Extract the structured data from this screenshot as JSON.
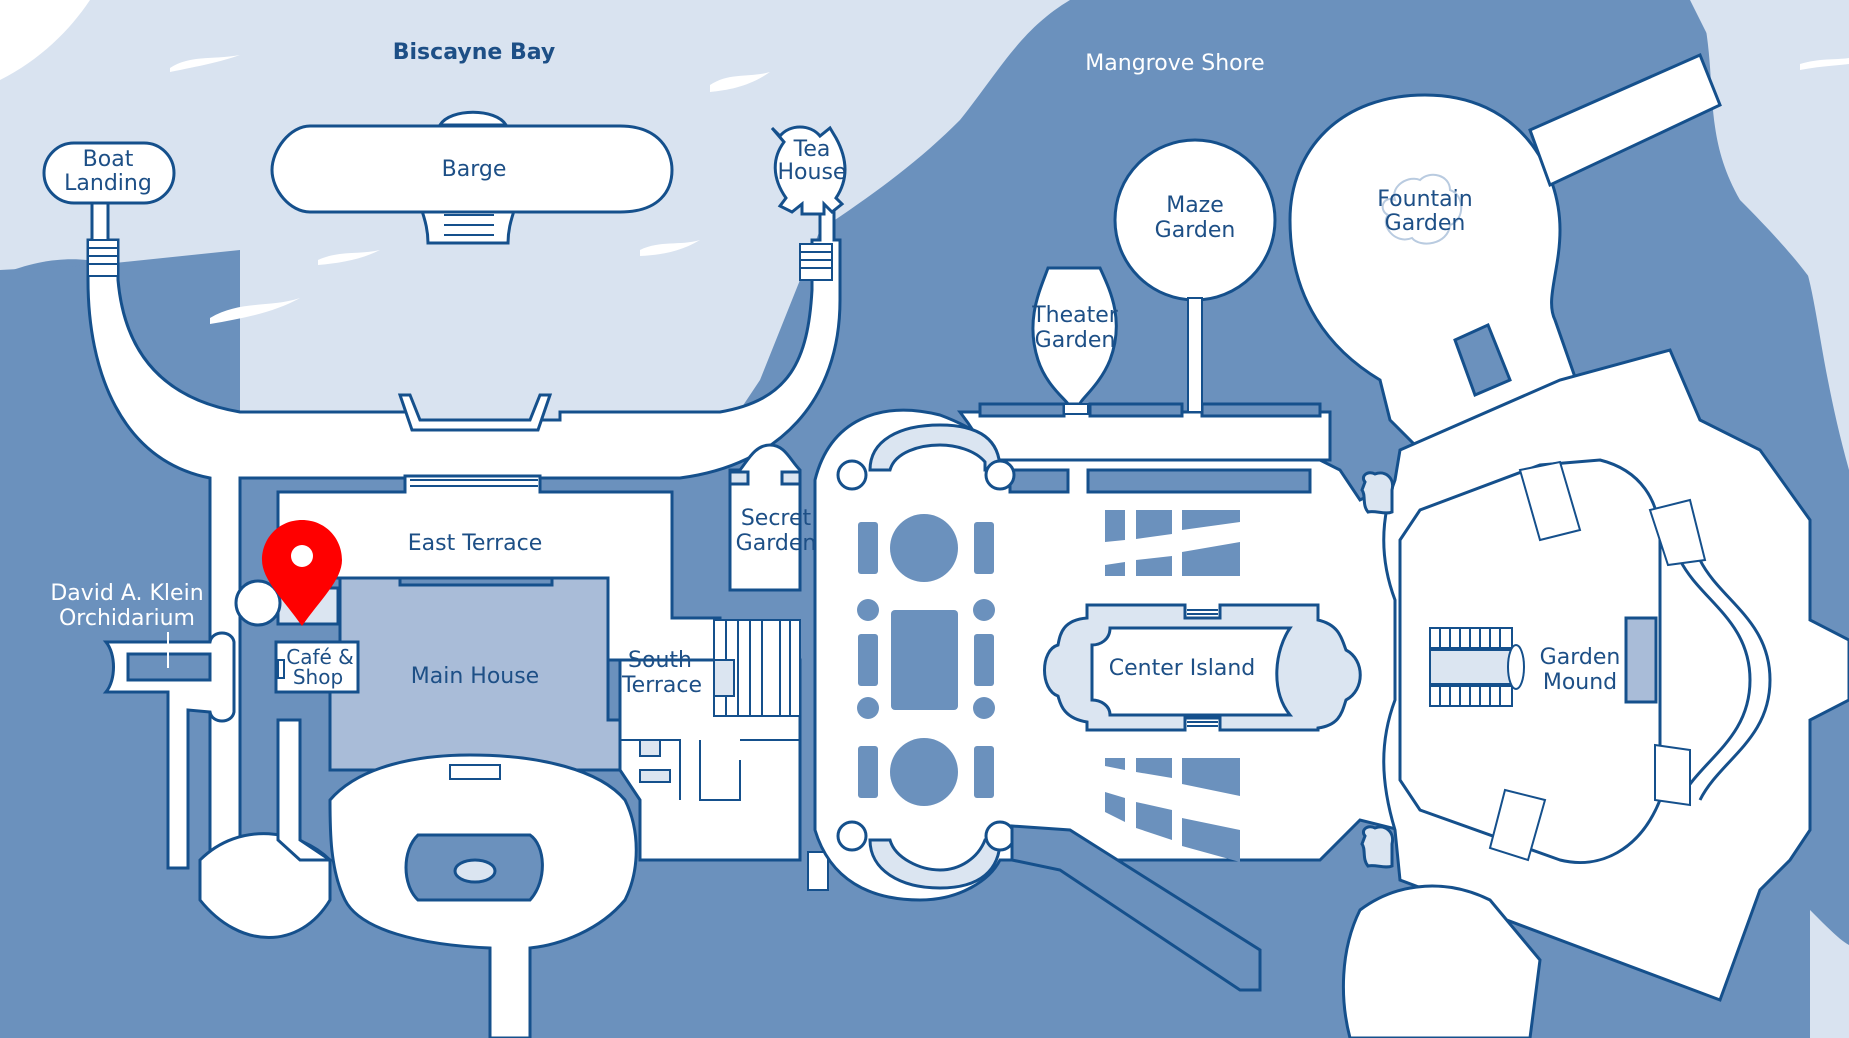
{
  "map": {
    "water_labels": {
      "bay": "Biscayne Bay",
      "shore": "Mangrove Shore"
    },
    "places": {
      "boat_landing": [
        "Boat",
        "Landing"
      ],
      "barge": [
        "Barge"
      ],
      "tea_house": [
        "Tea",
        "House"
      ],
      "maze_garden": [
        "Maze",
        "Garden"
      ],
      "fountain_garden": [
        "Fountain",
        "Garden"
      ],
      "theater_garden": [
        "Theater",
        "Garden"
      ],
      "east_terrace": [
        "East Terrace"
      ],
      "secret_garden": [
        "Secret",
        "Garden"
      ],
      "orchidarium": [
        "David A. Klein",
        "Orchidarium"
      ],
      "cafe_shop": [
        "Café &",
        "Shop"
      ],
      "main_house": [
        "Main House"
      ],
      "south_terrace": [
        "South",
        "Terrace"
      ],
      "center_island": [
        "Center Island"
      ],
      "garden_mound": [
        "Garden",
        "Mound"
      ]
    },
    "marker": {
      "icon": "map-pin-icon",
      "location": "Café & Shop",
      "color": "#ff0000"
    },
    "colors": {
      "water_light": "#d9e3f0",
      "water_dark": "#6b91bd",
      "outline": "#15508c",
      "building": "#a9bcd8",
      "path": "#ffffff"
    }
  }
}
